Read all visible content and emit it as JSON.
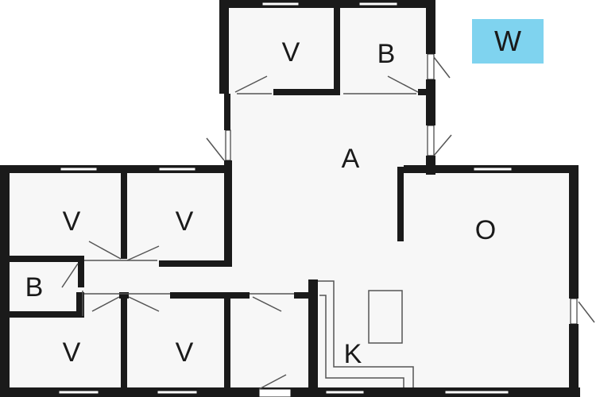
{
  "legend": {
    "label": "W",
    "color": "#7fd3ef"
  },
  "colors": {
    "wall": "#1a1a1a",
    "floor": "#f7f7f7",
    "window": "#ffffff",
    "swing": "#555555"
  },
  "rooms": [
    {
      "id": "v-top-left",
      "label": "V"
    },
    {
      "id": "b-top",
      "label": "B"
    },
    {
      "id": "a-hall",
      "label": "A"
    },
    {
      "id": "o-living",
      "label": "O"
    },
    {
      "id": "v-mid-left",
      "label": "V"
    },
    {
      "id": "v-mid-right",
      "label": "V"
    },
    {
      "id": "b-left",
      "label": "B"
    },
    {
      "id": "v-bottom-left",
      "label": "V"
    },
    {
      "id": "v-bottom-mid",
      "label": "V"
    },
    {
      "id": "k-kitchen",
      "label": "K"
    }
  ]
}
